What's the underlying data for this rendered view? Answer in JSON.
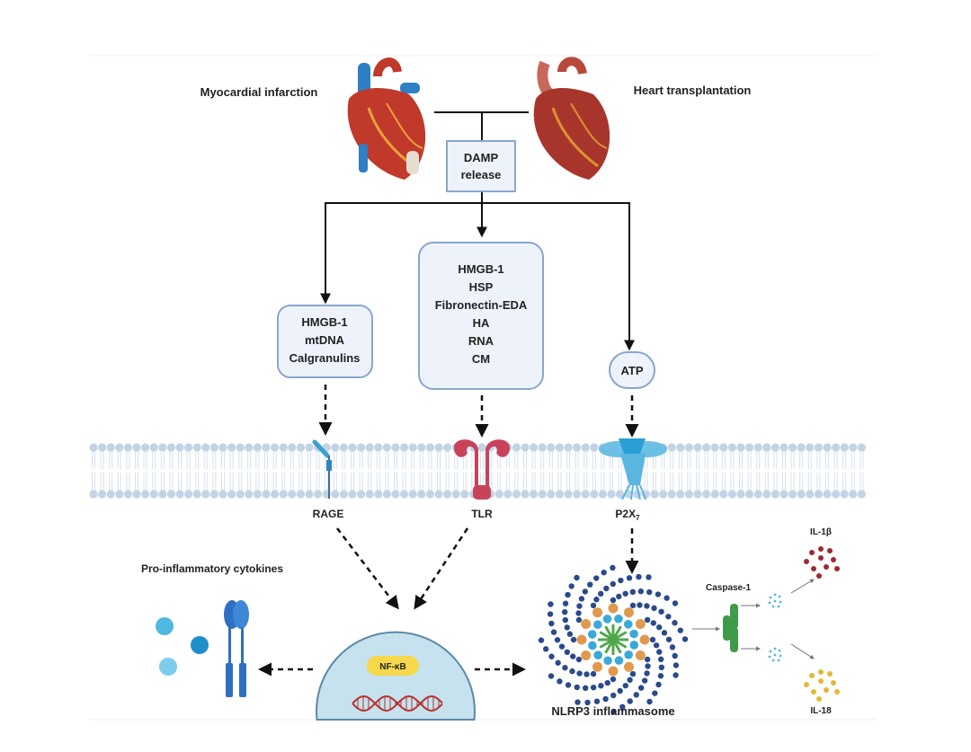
{
  "labels": {
    "myocardial_infarction": "Myocardial infarction",
    "heart_transplantation": "Heart transplantation",
    "damp_line1": "DAMP",
    "damp_line2": "release",
    "left_box": [
      "HMGB-1",
      "mtDNA",
      "Calgranulins"
    ],
    "middle_box": [
      "HMGB-1",
      "HSP",
      "Fibronectin-EDA",
      "HA",
      "RNA",
      "CM"
    ],
    "atp": "ATP",
    "rage": "RAGE",
    "tlr": "TLR",
    "p2x7": "P2X",
    "p2x7_sub": "7",
    "pro_inflammatory": "Pro-inflammatory cytokines",
    "nfkb": "NF-κB",
    "nlrp3": "NLRP3 inflammasome",
    "caspase": "Caspase-1",
    "il1b": "IL-1β",
    "il18": "IL-18"
  },
  "colors": {
    "box_fill": "#eef3fb",
    "box_stroke": "#8aa6cc",
    "membrane": "#c3d3e6",
    "tlr": "#c8435a",
    "p2x7": "#4ab0dc",
    "nucleus": "#c6e2ee",
    "nfkb": "#f6d84a",
    "caspase": "#3f9a4a",
    "il1b": "#9b2a33",
    "il18": "#e3b83a",
    "heart": "#c0392b"
  }
}
